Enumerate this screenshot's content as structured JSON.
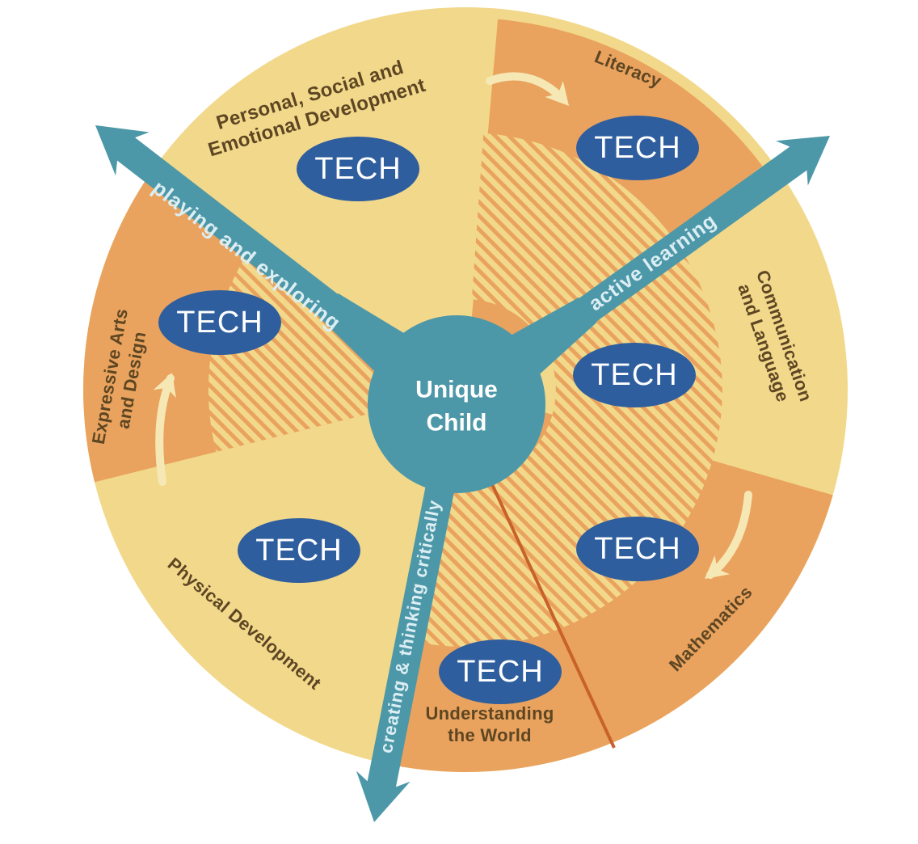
{
  "colors": {
    "yellow": "#f2d88b",
    "orange": "#e9a35e",
    "teal": "#4d98a8",
    "tech_blue": "#2e5e9e",
    "tech_text": "#ffffff",
    "area_text": "#5e4623",
    "arrow_text": "#dceef3",
    "center_text": "#ffffff",
    "cream": "#f6e8b4",
    "divider": "#c8622a"
  },
  "center": {
    "label": "Unique\nChild"
  },
  "characteristics": [
    {
      "id": "playing-and-exploring",
      "label": "playing and exploring"
    },
    {
      "id": "active-learning",
      "label": "active learning"
    },
    {
      "id": "creating-thinking-critically",
      "label": "creating & thinking critically"
    }
  ],
  "areas": [
    {
      "id": "personal-social-emotional",
      "label": "Personal, Social and\nEmotional Development"
    },
    {
      "id": "literacy",
      "label": "Literacy"
    },
    {
      "id": "communication-language",
      "label": "Communication\nand Language"
    },
    {
      "id": "mathematics",
      "label": "Mathematics"
    },
    {
      "id": "understanding-world",
      "label": "Understanding\nthe World"
    },
    {
      "id": "physical-development",
      "label": "Physical Development"
    },
    {
      "id": "expressive-arts-design",
      "label": "Expressive Arts\nand Design"
    }
  ],
  "tech_label": "TECH"
}
